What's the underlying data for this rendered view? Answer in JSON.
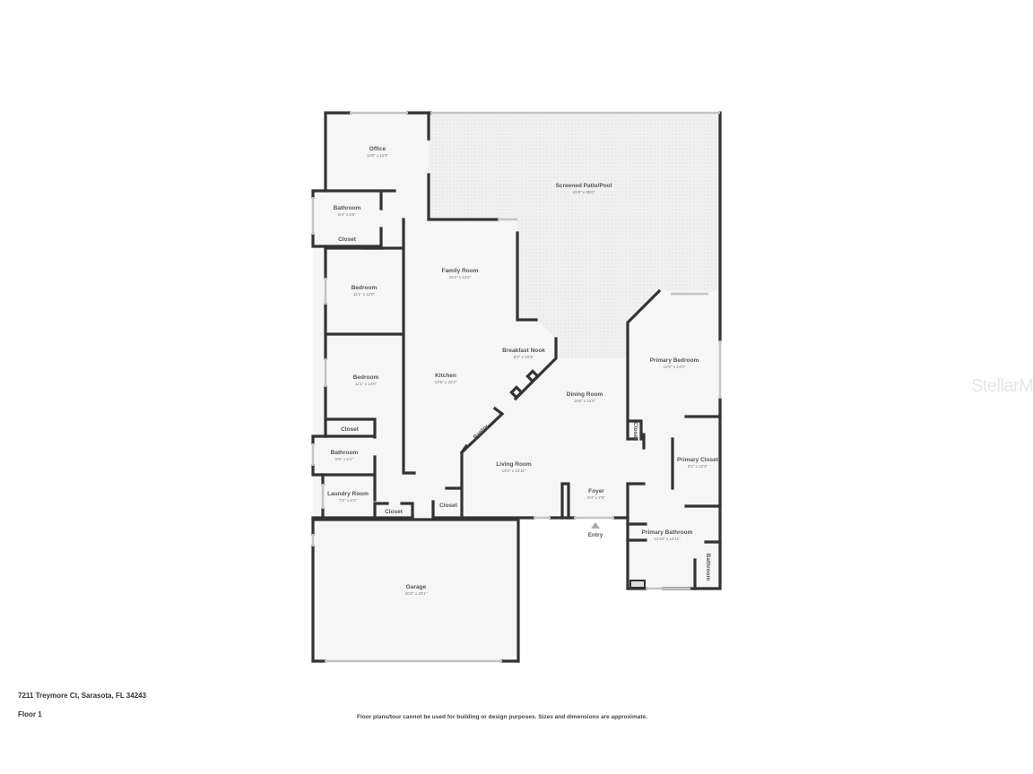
{
  "address": "7211 Treymore Ct, Sarasota, FL 34243",
  "floor_label": "Floor 1",
  "disclaimer": "Floor plans/tour cannot be used for building or design purposes. Sizes and dimensions are approximate.",
  "watermark": "StellarMLS",
  "entry_label": "Entry",
  "colors": {
    "wall": "#333333",
    "floor": "#f5f5f5",
    "patio": "#eeeeee",
    "window": "#c4c4c4"
  },
  "rooms": [
    {
      "name": "Office",
      "dims": "14'5\" x 11'0\""
    },
    {
      "name": "Screened Patio/Pool",
      "dims": "41'9\" x 35'0\""
    },
    {
      "name": "Bathroom",
      "dims": "9'4\" x 5'6\""
    },
    {
      "name": "Closet",
      "dims": ""
    },
    {
      "name": "Family Room",
      "dims": "16'2\" x 14'6\""
    },
    {
      "name": "Bedroom",
      "dims": "11'1\" x 12'0\""
    },
    {
      "name": "Breakfast Nook",
      "dims": "8'2\" x 10'3\""
    },
    {
      "name": "Primary Bedroom",
      "dims": "12'9\" x 21'0\""
    },
    {
      "name": "Bedroom",
      "dims": "11'1\" x 14'0\""
    },
    {
      "name": "Kitchen",
      "dims": "13'5\" x 22'2\""
    },
    {
      "name": "Dining Room",
      "dims": "15'6\" x 11'3\""
    },
    {
      "name": "Closet",
      "dims": ""
    },
    {
      "name": "Pantry",
      "dims": ""
    },
    {
      "name": "Closet",
      "dims": ""
    },
    {
      "name": "Primary Closet",
      "dims": "8'2\" x 12'3\""
    },
    {
      "name": "Bathroom",
      "dims": "8'5\" x 5'1\""
    },
    {
      "name": "Living Room",
      "dims": "14'2\" x 14'11\""
    },
    {
      "name": "Laundry Room",
      "dims": "7'2\" x 6'1\""
    },
    {
      "name": "Foyer",
      "dims": "8'4\" x 7'5\""
    },
    {
      "name": "Closet",
      "dims": ""
    },
    {
      "name": "Closet",
      "dims": ""
    },
    {
      "name": "Primary Bathroom",
      "dims": "12'10\" x 14'11\""
    },
    {
      "name": "Bathroom",
      "dims": ""
    },
    {
      "name": "Garage",
      "dims": "20'2\" x 20'1\""
    }
  ]
}
